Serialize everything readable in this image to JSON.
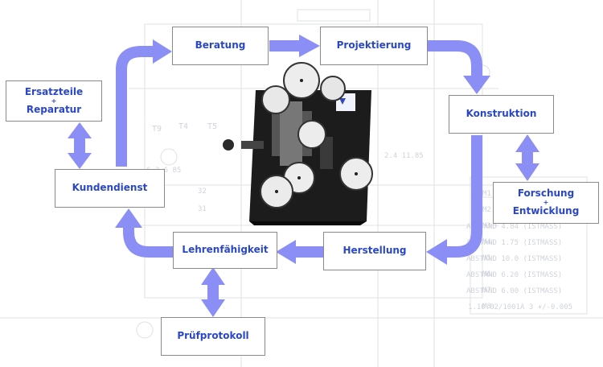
{
  "nodes": {
    "beratung": "Beratung",
    "projektierung": "Projektierung",
    "konstruktion": "Konstruktion",
    "forschung": {
      "line1": "Forschung",
      "plus": "+",
      "line2": "Entwicklung"
    },
    "herstellung": "Herstellung",
    "lehrenfaehigkeit": "Lehrenfähigkeit",
    "pruefprotokoll": "Prüfprotokoll",
    "kundendienst": "Kundendienst",
    "ersatzteile": {
      "line1": "Ersatzteile",
      "plus": "+",
      "line2": "Reparatur"
    }
  },
  "background_text": {
    "m1": "M1:",
    "m2": "M2:",
    "m3": "M3:",
    "m4": "M4:",
    "m5": "M5:",
    "m6": "M6:",
    "m7": "M7:",
    "m8": "M8:",
    "abstand1": "ABSTAND 4.84 (ISTMASS)",
    "abstand2": "ABSTAND 1.75 (ISTMASS)",
    "abstand3": "ABSTAND 10.0 (ISTMASS)",
    "abstand4": "ABSTAND 6.20 (ISTMASS)",
    "abstand5": "ABSTAND 6.00 (ISTMASS)",
    "tol": "1.10.02/1001A 3 +/-0.005",
    "t9": "T9",
    "t4": "T4",
    "t5": "T5",
    "d1": "6.3 6 85",
    "d2": "32",
    "d3": "31",
    "d4": "2.4 11.85"
  },
  "colors": {
    "arrow": "#8a8ef5",
    "node_text": "#2a47c8",
    "node_border": "#8a8a8a"
  }
}
